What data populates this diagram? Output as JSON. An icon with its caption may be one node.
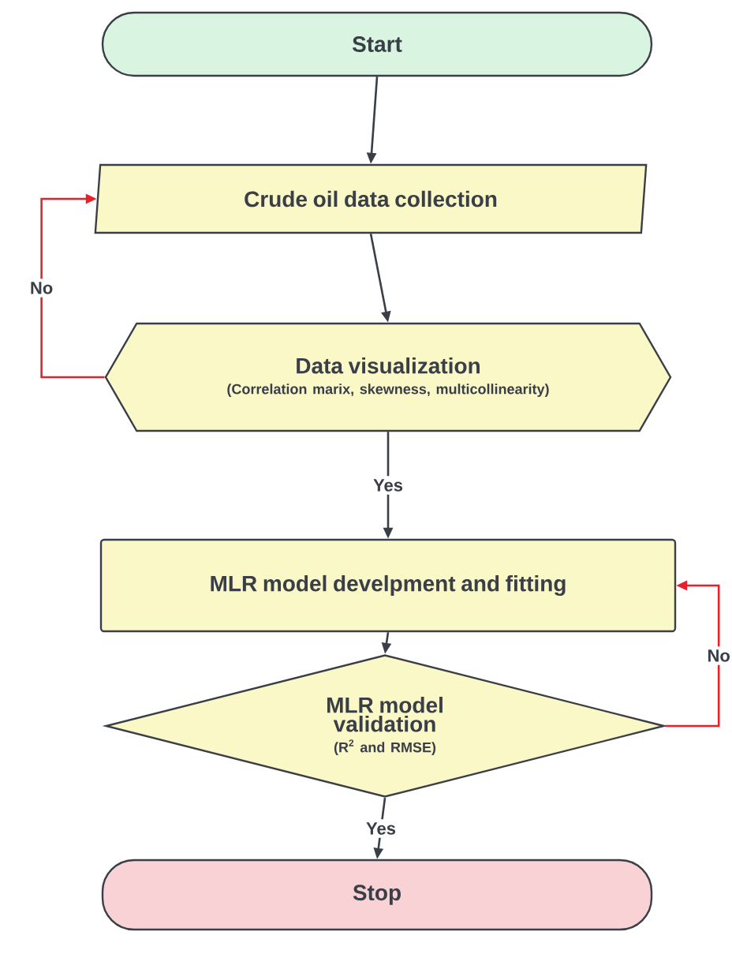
{
  "diagram": {
    "nodes": [
      {
        "text": [
          "Start"
        ]
      },
      {
        "text": [
          "Crude oil data collection"
        ]
      },
      {
        "text": [
          "Data visualization",
          "(Correlation marix, skewness, multicollinearity)"
        ]
      },
      {
        "text": [
          "MLR model develpment and fitting"
        ]
      },
      {
        "text": [
          "MLR model validation",
          "(R$^{2}$ and RMSE)"
        ]
      },
      {
        "text": [
          "Stop"
        ]
      }
    ],
    "edges": [
      {
        "from": 0,
        "to": 1,
        "arrow": "to"
      },
      {
        "from": 1,
        "to": 2,
        "arrow": "to"
      },
      {
        "from": 2,
        "to": 3,
        "arrow": "to",
        "label": "Yes"
      },
      {
        "from": 3,
        "to": 4,
        "arrow": "to"
      },
      {
        "from": 4,
        "to": 5,
        "arrow": "to",
        "label": "Yes"
      },
      {
        "from": 2,
        "to": 1,
        "arrow": "to",
        "label": "No",
        "color": "#e8202a"
      },
      {
        "from": 4,
        "to": 3,
        "arrow": "to",
        "label": "No",
        "color": "#e8202a"
      }
    ]
  }
}
